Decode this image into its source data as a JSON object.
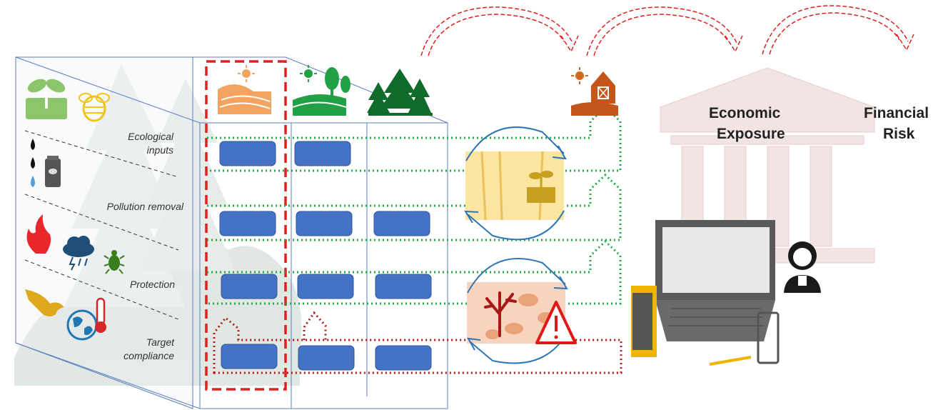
{
  "rows": [
    {
      "label_line1": "Ecological",
      "label_line2": "inputs"
    },
    {
      "label_line1": "",
      "label_line2": "Pollution removal"
    },
    {
      "label_line1": "",
      "label_line2": "Protection"
    },
    {
      "label_line1": "Target",
      "label_line2": "compliance"
    }
  ],
  "labels": {
    "economic_line1": "Economic",
    "economic_line2": "Exposure",
    "financial_line1": "Financial",
    "financial_line2": "Risk"
  },
  "colors": {
    "box_fill": "#4472c4",
    "highlight_dash": "#e02020",
    "dotted_green": "#22aa44",
    "dotted_red": "#b01818",
    "cycle_arrow": "#2e75b6",
    "farm_orange": "#d2691e",
    "green": "#22a045",
    "dark_green": "#0f6b2a"
  },
  "icons": {
    "species": [
      "seedling-icon",
      "bee-icon",
      "water-drops-icon",
      "fertilizer-bag-icon",
      "fire-icon",
      "storm-cloud-icon",
      "beetle-icon",
      "eagle-icon",
      "globe-thermometer-icon"
    ],
    "ecosystems": [
      "cropland-sun-icon",
      "grassland-sun-icon",
      "forest-icon"
    ],
    "other": [
      "farm-barn-icon",
      "bank-building-icon",
      "laptop-icon",
      "person-icon",
      "warning-icon",
      "dead-tree-icon"
    ]
  }
}
